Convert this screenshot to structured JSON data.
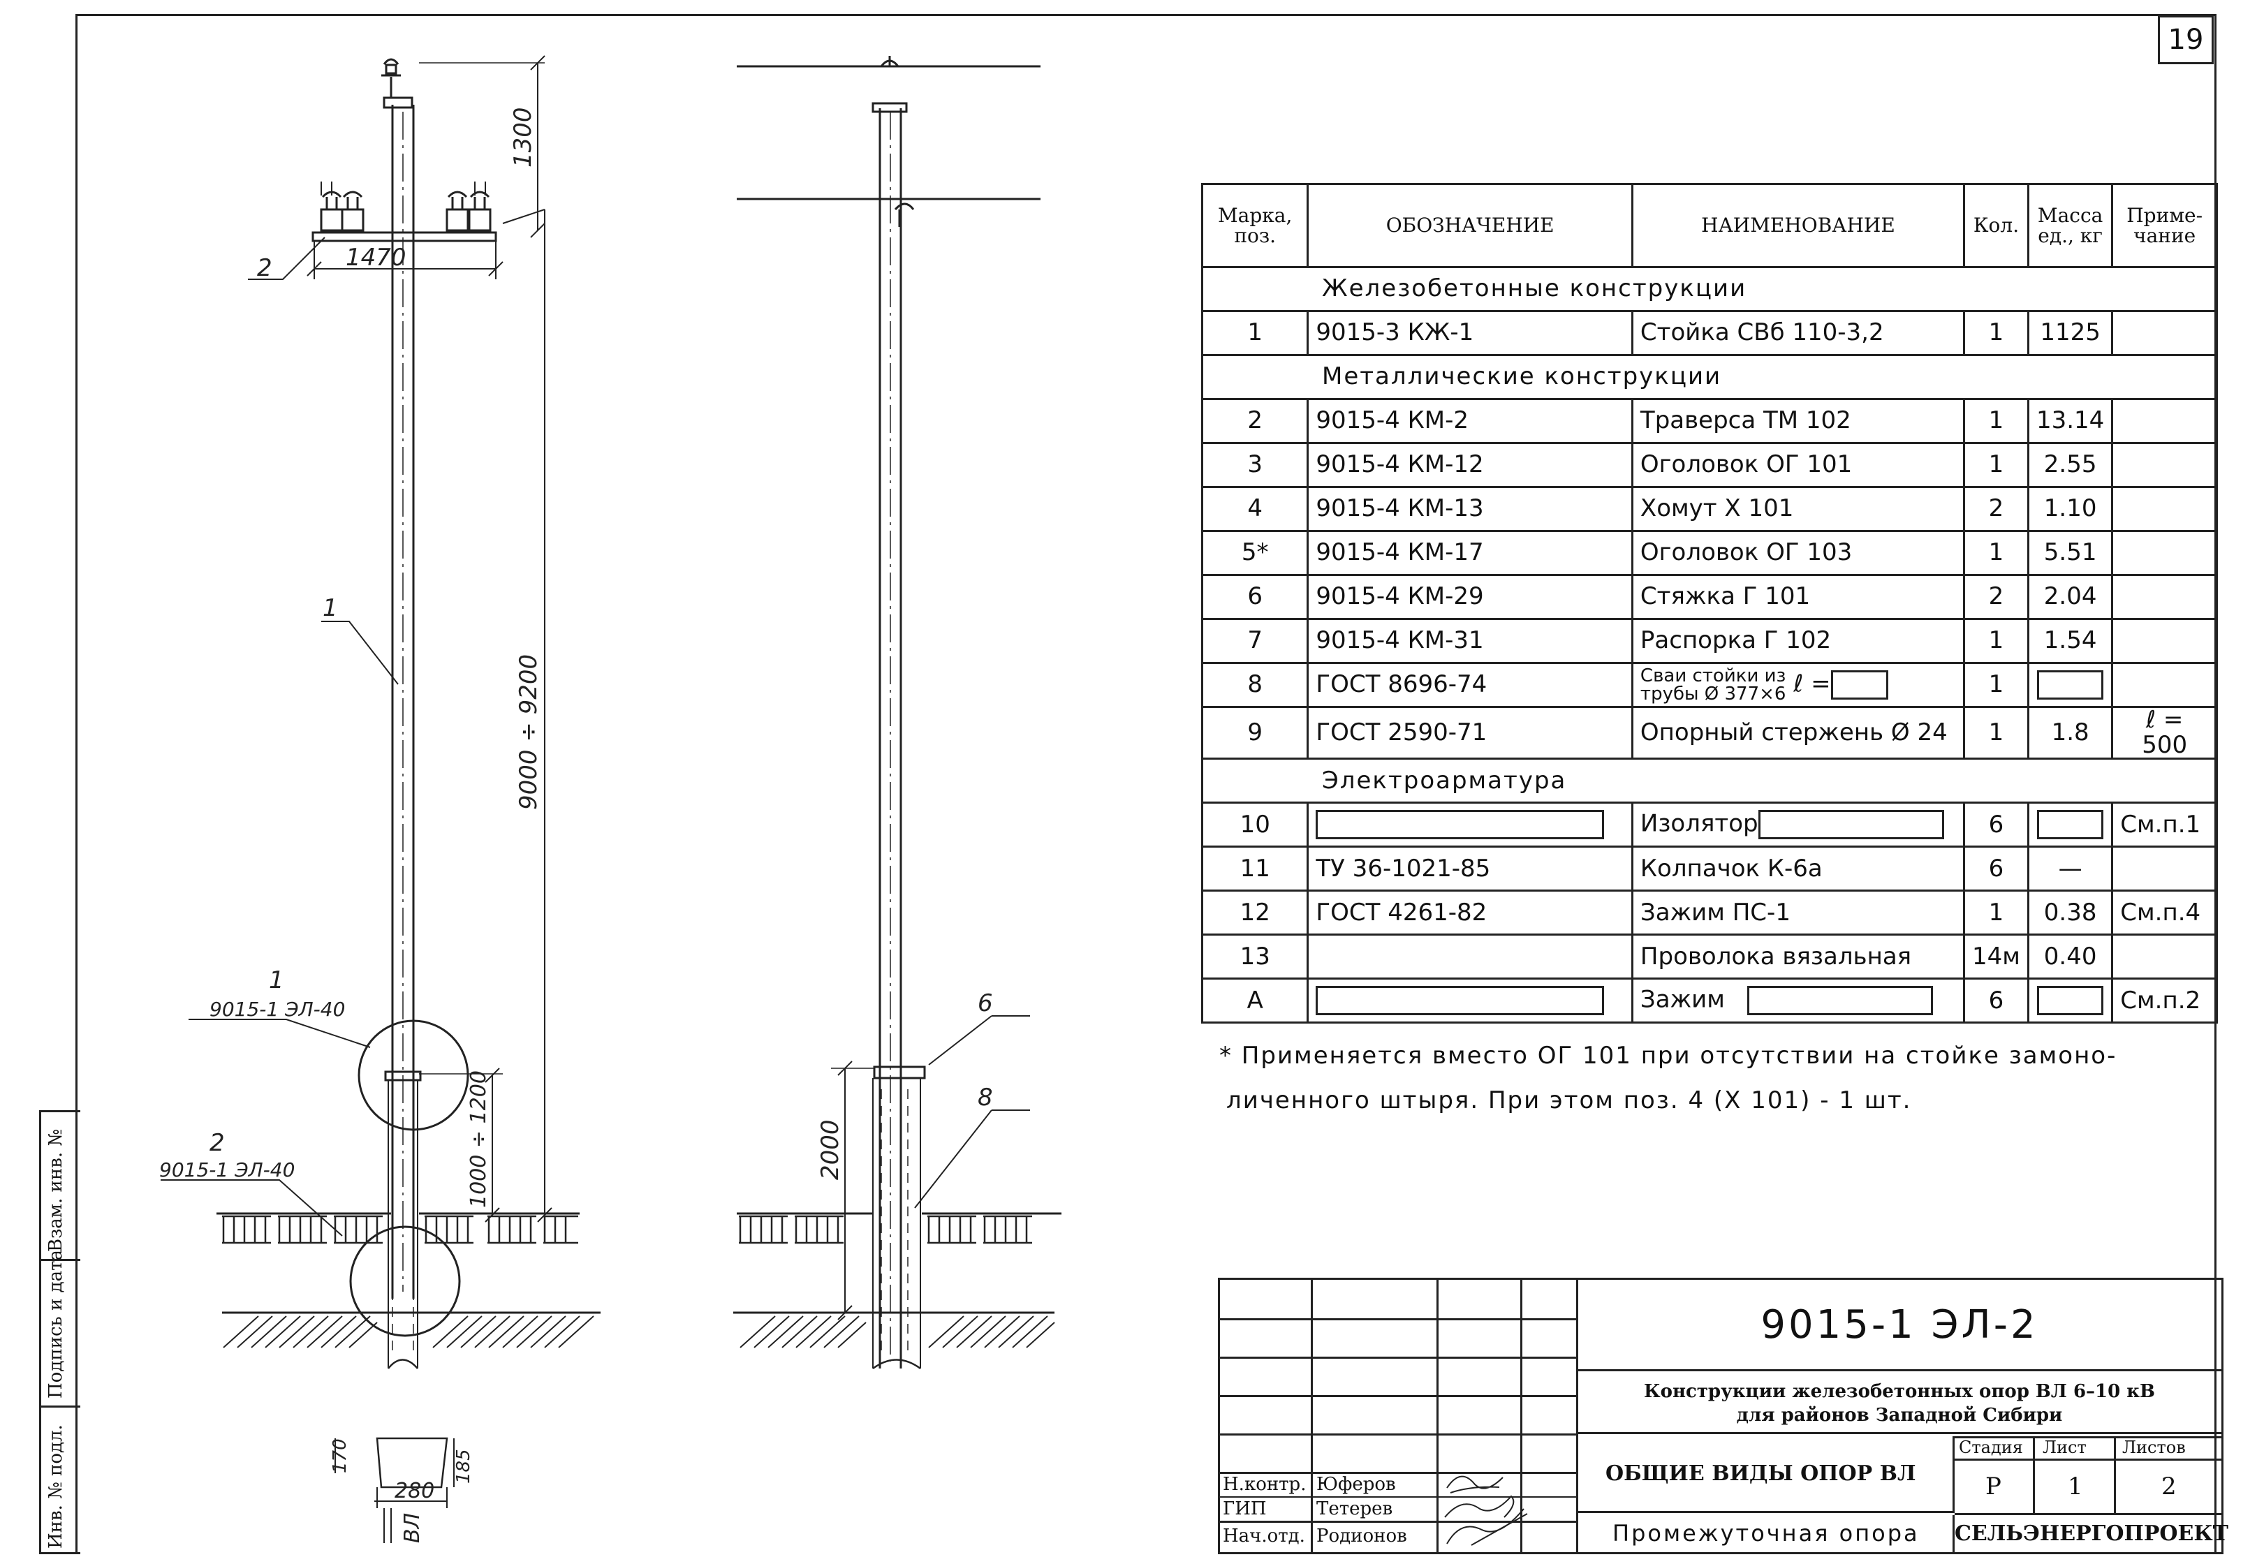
{
  "sheet": {
    "number": "19"
  },
  "left_view": {
    "dims": {
      "top_span": "1300",
      "crossarm_width": "1470",
      "pole_height": "9000 ÷ 9200",
      "embed_depth": "1000 ÷ 1200",
      "base_w": "280",
      "base_h1": "170",
      "base_h2": "185"
    },
    "leaders": {
      "crossarm": "2",
      "pole": "1",
      "detail1_num": "1",
      "detail1_ref": "9015-1 ЭЛ-40",
      "detail2_num": "2",
      "detail2_ref": "9015-1 ЭЛ-40",
      "base_label": "ВЛ"
    }
  },
  "right_view": {
    "dims": {
      "sleeve": "2000"
    },
    "leaders": {
      "tie": "6",
      "pile": "8"
    }
  },
  "spec_table": {
    "headers": {
      "mark": "Марка, поз.",
      "designation": "ОБОЗНАЧЕНИЕ",
      "name": "НАИМЕНОВАНИЕ",
      "qty": "Кол.",
      "mass": "Масса ед., кг",
      "note": "Приме- чание"
    },
    "sections": {
      "s1": "Железобетонные конструкции",
      "s2": "Металлические конструкции",
      "s3": "Электроарматура"
    },
    "rows": [
      {
        "pos": "1",
        "des": "9015-3 КЖ-1",
        "name": "Стойка СВб 110-3,2",
        "qty": "1",
        "mass": "1125",
        "note": ""
      },
      {
        "pos": "2",
        "des": "9015-4 КМ-2",
        "name": "Траверса ТМ 102",
        "qty": "1",
        "mass": "13.14",
        "note": ""
      },
      {
        "pos": "3",
        "des": "9015-4 КМ-12",
        "name": "Оголовок ОГ 101",
        "qty": "1",
        "mass": "2.55",
        "note": ""
      },
      {
        "pos": "4",
        "des": "9015-4 КМ-13",
        "name": "Хомут Х 101",
        "qty": "2",
        "mass": "1.10",
        "note": ""
      },
      {
        "pos": "5*",
        "des": "9015-4 КМ-17",
        "name": "Оголовок ОГ 103",
        "qty": "1",
        "mass": "5.51",
        "note": ""
      },
      {
        "pos": "6",
        "des": "9015-4 КМ-29",
        "name": "Стяжка Г 101",
        "qty": "2",
        "mass": "2.04",
        "note": ""
      },
      {
        "pos": "7",
        "des": "9015-4 КМ-31",
        "name": "Распорка Г 102",
        "qty": "1",
        "mass": "1.54",
        "note": ""
      },
      {
        "pos": "8",
        "des": "ГОСТ 8696-74",
        "name1": "Сваи стойки из",
        "name2": "трубы Ø 377×6",
        "name_l": "ℓ =",
        "qty": "1",
        "mass": "",
        "note": ""
      },
      {
        "pos": "9",
        "des": "ГОСТ 2590-71",
        "name": "Опорный стержень Ø 24",
        "qty": "1",
        "mass": "1.8",
        "note": "ℓ = 500"
      },
      {
        "pos": "10",
        "des": "",
        "name": "Изолятор",
        "qty": "6",
        "mass": "",
        "note": "См.п.1"
      },
      {
        "pos": "11",
        "des": "ТУ 36-1021-85",
        "name": "Колпачок К-6а",
        "qty": "6",
        "mass": "—",
        "note": ""
      },
      {
        "pos": "12",
        "des": "ГОСТ 4261-82",
        "name": "Зажим ПС-1",
        "qty": "1",
        "mass": "0.38",
        "note": "См.п.4"
      },
      {
        "pos": "13",
        "des": "",
        "name": "Проволока вязальная",
        "qty": "14м",
        "mass": "0.40",
        "note": ""
      },
      {
        "pos": "А",
        "des": "",
        "name": "Зажим",
        "qty": "6",
        "mass": "",
        "note": "См.п.2"
      }
    ]
  },
  "footnote": {
    "line1": "* Применяется вместо ОГ 101 при отсутствии на стойке замоно-",
    "line2": "личенного штыря. При этом поз. 4 (Х 101) - 1 шт."
  },
  "title_block": {
    "code": "9015-1 ЭЛ-2",
    "project": "Конструкции железобетонных опор ВЛ 6–10 кВ",
    "project2": "для районов Западной Сибири",
    "sheet_title": "ОБЩИЕ ВИДЫ ОПОР ВЛ",
    "drawing_name": "Промежуточная опора",
    "stage_label": "Стадия",
    "sheet_label": "Лист",
    "sheets_label": "Листов",
    "stage": "Р",
    "sheet": "1",
    "sheets": "2",
    "org": "СЕЛЬЭНЕРГОПРОЕКТ",
    "roles": [
      {
        "role": "Н.контр.",
        "name": "Юферов"
      },
      {
        "role": "ГИП",
        "name": "Тетерев"
      },
      {
        "role": "Нач.отд.",
        "name": "Родионов"
      }
    ]
  },
  "sidebar": {
    "a": "Взам. инв. №",
    "b": "Подпись и дата",
    "c": "Инв. № подл."
  }
}
